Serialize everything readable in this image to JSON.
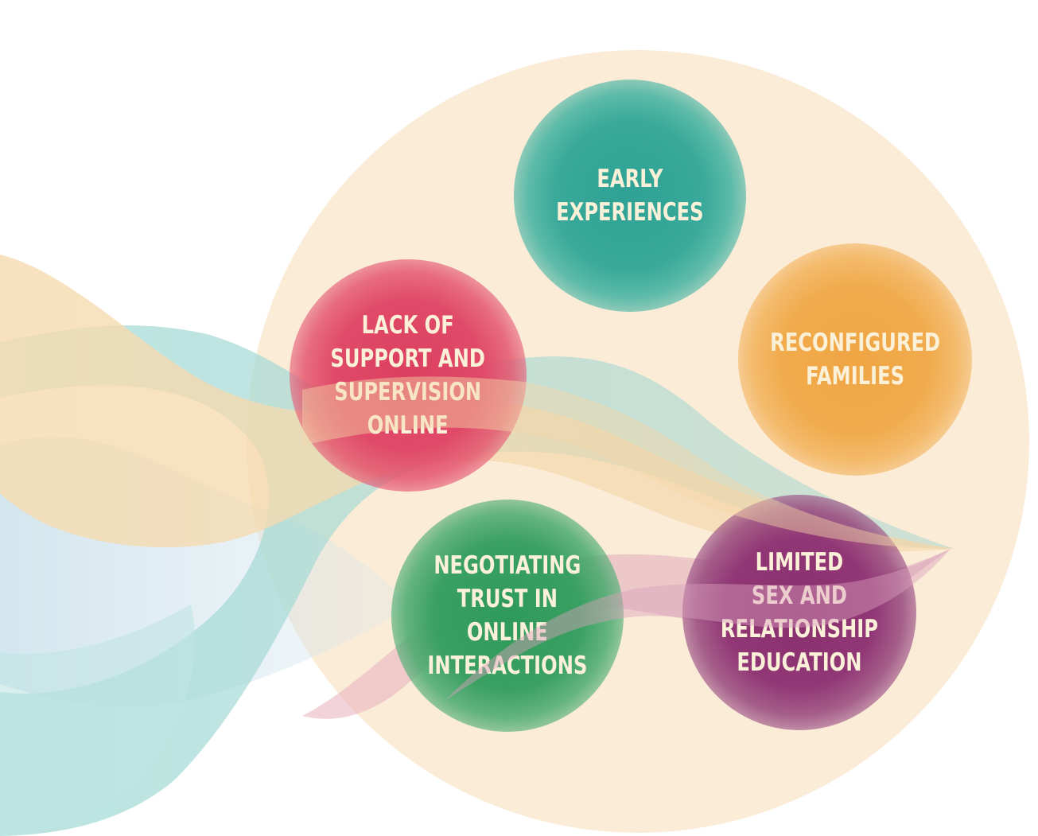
{
  "diagram": {
    "colors": {
      "big_circle": "#fbecd8",
      "label_text": "#fbf1d9",
      "early": "#2fa295",
      "lack": "#dc3f5f",
      "reconfigured": "#f0a544",
      "negotiating": "#2f9a5a",
      "limited": "#8a2f6e"
    },
    "bubbles": {
      "early": {
        "label": "EARLY\nEXPERIENCES"
      },
      "lack": {
        "label": "LACK OF\nSUPPORT AND\nSUPERVISION\nONLINE"
      },
      "reconfigured": {
        "label": "RECONFIGURED\nFAMILIES"
      },
      "negotiating": {
        "label": "NEGOTIATING\nTRUST IN\nONLINE\nINTERACTIONS"
      },
      "limited": {
        "label": "LIMITED\nSEX AND\nRELATIONSHIP\nEDUCATION"
      }
    }
  }
}
